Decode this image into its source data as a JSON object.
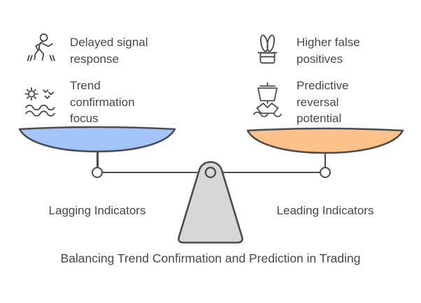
{
  "title": "Balancing Trend Confirmation and Prediction in Trading",
  "scale": {
    "left": {
      "label": "Lagging Indicators",
      "pan_color": "#a3c5fa",
      "features": [
        {
          "icon": "walking-person-icon",
          "text": "Delayed signal\nresponse"
        },
        {
          "icon": "sun-over-waves-icon",
          "text": "Trend\nconfirmation\nfocus"
        }
      ]
    },
    "right": {
      "label": "Leading Indicators",
      "pan_color": "#fdc289",
      "features": [
        {
          "icon": "rabbit-in-hat-icon",
          "text": "Higher false\npositives"
        },
        {
          "icon": "boat-on-waves-icon",
          "text": "Predictive\nreversal\npotential"
        }
      ]
    }
  },
  "colors": {
    "outline": "#4a4c4f",
    "fulcrum_fill": "#d7d7d7",
    "text": "#45484d"
  }
}
